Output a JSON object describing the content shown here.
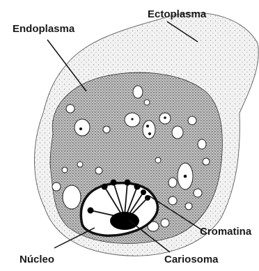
{
  "diagram": {
    "labels": {
      "ectoplasm": "Ectoplasma",
      "endoplasm": "Endoplasma",
      "chromatin": "Cromatina",
      "nucleus": "Núcleo",
      "karyosome": "Cariosoma"
    },
    "colors": {
      "ink": "#1a1a1a",
      "ectoplasm_fill": "#ededed",
      "endoplasm_fill": "#bdbdbd",
      "vacuole_fill": "#ffffff",
      "nucleus_fill": "#ffffff",
      "karyosome_fill": "#000000"
    }
  }
}
